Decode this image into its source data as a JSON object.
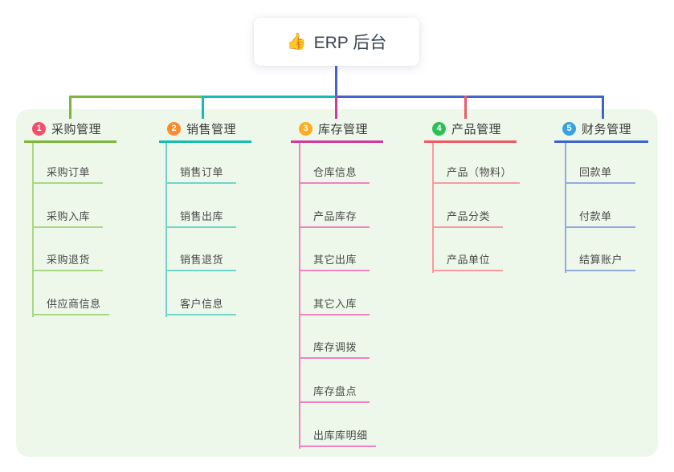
{
  "root": {
    "emoji": "👍",
    "label": "ERP 后台",
    "icon": "thumbs-up-icon"
  },
  "panel": {
    "bg": "#edf8ea"
  },
  "trunk_color": "#4464d2",
  "branches": [
    {
      "num": "1",
      "title": "采购管理",
      "badge_color": "#f2506a",
      "line_color": "#7cb63e",
      "child_line_color": "#a9d785",
      "children": [
        "采购订单",
        "采购入库",
        "采购退货",
        "供应商信息"
      ]
    },
    {
      "num": "2",
      "title": "销售管理",
      "badge_color": "#fb8b2c",
      "line_color": "#16bcb0",
      "child_line_color": "#6fd5cb",
      "children": [
        "销售订单",
        "销售出库",
        "销售退货",
        "客户信息"
      ]
    },
    {
      "num": "3",
      "title": "库存管理",
      "badge_color": "#ffad20",
      "line_color": "#d0399e",
      "child_line_color": "#ef82c3",
      "children": [
        "仓库信息",
        "产品库存",
        "其它出库",
        "其它入库",
        "库存调拨",
        "库存盘点",
        "出库库明细"
      ]
    },
    {
      "num": "4",
      "title": "产品管理",
      "badge_color": "#2dbe56",
      "line_color": "#ef5864",
      "child_line_color": "#f79ba1",
      "children": [
        "产品（物料）",
        "产品分类",
        "产品单位"
      ]
    },
    {
      "num": "5",
      "title": "财务管理",
      "badge_color": "#38a3de",
      "line_color": "#3f63cc",
      "child_line_color": "#93aade",
      "children": [
        "回款单",
        "付款单",
        "结算账户"
      ]
    }
  ]
}
